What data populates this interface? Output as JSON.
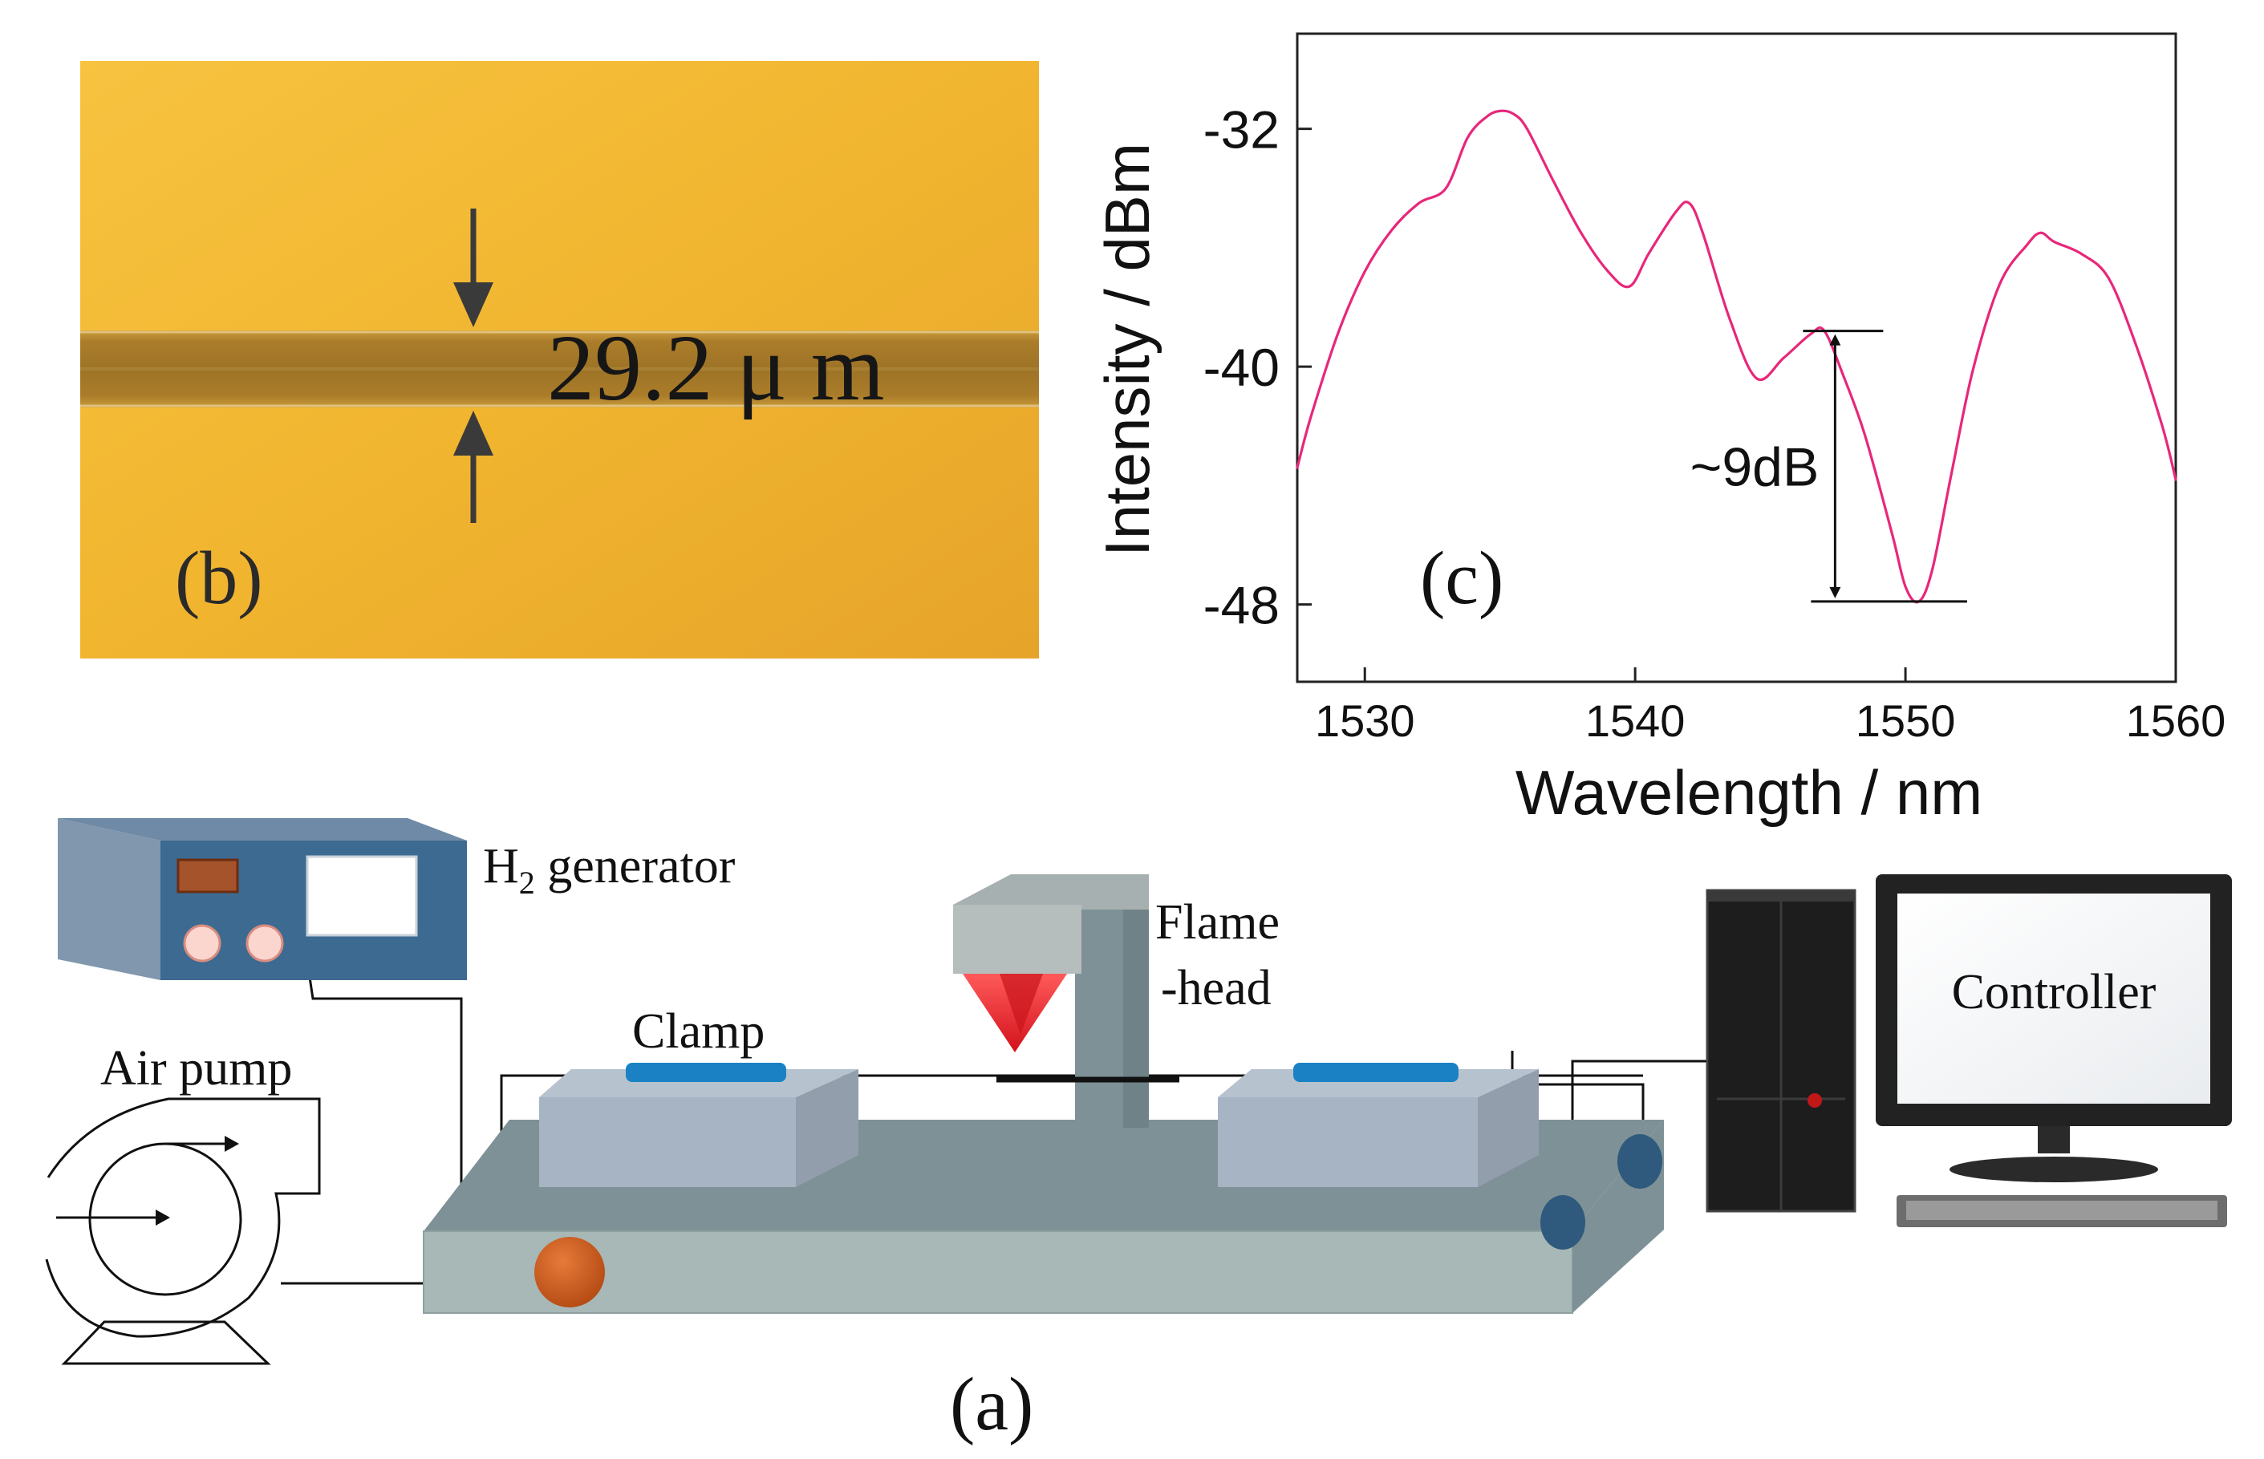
{
  "panel_b": {
    "measurement": "29.2 μ m",
    "label": "(b)"
  },
  "panel_a": {
    "label": "(a)",
    "h2_generator": {
      "prefix": "H",
      "subscript": "2",
      "suffix": " generator"
    },
    "air_pump": "Air pump",
    "flame_head_line1": "Flame",
    "flame_head_line2": "-head",
    "clamp": "Clamp",
    "controller": "Controller"
  },
  "chart_data": {
    "type": "line",
    "label": "(c)",
    "xlabel": "Wavelength / nm",
    "ylabel": "Intensity / dBm",
    "xlim": [
      1527.5,
      1560
    ],
    "ylim": [
      -50.6,
      -28.8
    ],
    "xticks": [
      1530,
      1540,
      1550,
      1560
    ],
    "yticks": [
      -32,
      -40,
      -48
    ],
    "color": "#e8277a",
    "annotation": "~9dB",
    "annotation_top": [
      1547.1,
      -38.8
    ],
    "annotation_bottom": [
      1550.5,
      -47.9
    ],
    "series": [
      {
        "x": [
          1527.5,
          1528.0,
          1529.0,
          1530.0,
          1531.0,
          1532.0,
          1533.0,
          1533.8,
          1534.5,
          1535.0,
          1535.5,
          1536.0,
          1537.0,
          1538.0,
          1539.0,
          1539.8,
          1540.5,
          1541.5,
          1542.0,
          1542.5,
          1543.5,
          1544.5,
          1545.5,
          1546.5,
          1547.0,
          1547.7,
          1548.5,
          1549.5,
          1550.0,
          1550.5,
          1551.0,
          1551.7,
          1552.5,
          1553.5,
          1554.5,
          1555.0,
          1555.5,
          1556.5,
          1557.5,
          1558.5,
          1559.5,
          1560.0
        ],
        "y": [
          -43.4,
          -41.7,
          -38.9,
          -36.8,
          -35.4,
          -34.5,
          -34.0,
          -32.3,
          -31.6,
          -31.4,
          -31.5,
          -32.0,
          -33.8,
          -35.5,
          -36.8,
          -37.3,
          -36.2,
          -34.8,
          -34.5,
          -35.5,
          -38.4,
          -40.4,
          -39.7,
          -38.9,
          -38.8,
          -40.3,
          -42.3,
          -45.6,
          -47.4,
          -47.9,
          -46.8,
          -43.6,
          -40.1,
          -37.2,
          -35.9,
          -35.5,
          -35.8,
          -36.2,
          -37.0,
          -39.2,
          -42.0,
          -43.8
        ]
      }
    ]
  }
}
